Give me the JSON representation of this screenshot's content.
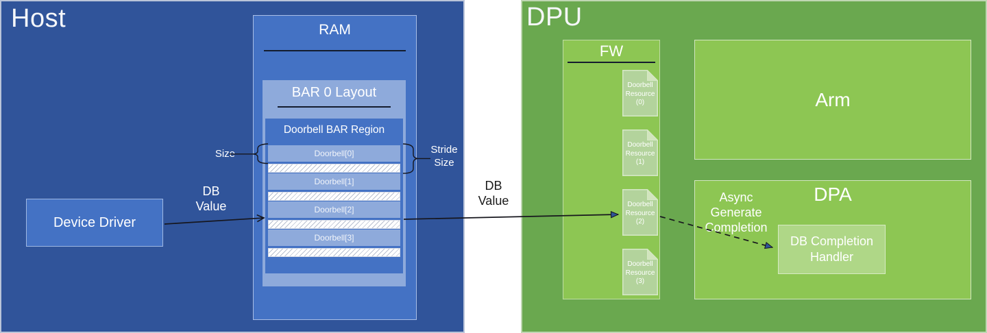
{
  "host": {
    "title": "Host",
    "device_driver_label": "Device Driver",
    "db_value": {
      "line1": "DB",
      "line2": "Value"
    },
    "size_label": "Size",
    "stride_size": {
      "line1": "Stride",
      "line2": "Size"
    },
    "ram": {
      "title": "RAM",
      "bar0_title": "BAR 0 Layout",
      "region_title": "Doorbell BAR Region",
      "doorbells": [
        "Doorbell[0]",
        "Doorbell[1]",
        "Doorbell[2]",
        "Doorbell[3]"
      ]
    }
  },
  "link": {
    "db_value": {
      "line1": "DB",
      "line2": "Value"
    }
  },
  "dpu": {
    "title": "DPU",
    "fw": {
      "title": "FW",
      "resources": [
        {
          "l1": "Doorbell",
          "l2": "Resource",
          "l3": "(0)"
        },
        {
          "l1": "Doorbell",
          "l2": "Resource",
          "l3": "(1)"
        },
        {
          "l1": "Doorbell",
          "l2": "Resource",
          "l3": "(2)"
        },
        {
          "l1": "Doorbell",
          "l2": "Resource",
          "l3": "(3)"
        }
      ]
    },
    "arm_label": "Arm",
    "dpa": {
      "title": "DPA",
      "async_label": {
        "line1": "Async",
        "line2": "Generate",
        "line3": "Completion"
      },
      "handler": {
        "line1": "DB Completion",
        "line2": "Handler"
      }
    }
  },
  "colors": {
    "host_background": "#30549A",
    "host_box_blue": "#4472C4",
    "host_light_blue": "#8EAADB",
    "dpu_background": "#6AA84F",
    "dpu_box_green": "#8DC653",
    "document_fill": "#B3D39C",
    "document_fold": "#D2E5BE",
    "arrowhead_fill": "#2F5496"
  }
}
